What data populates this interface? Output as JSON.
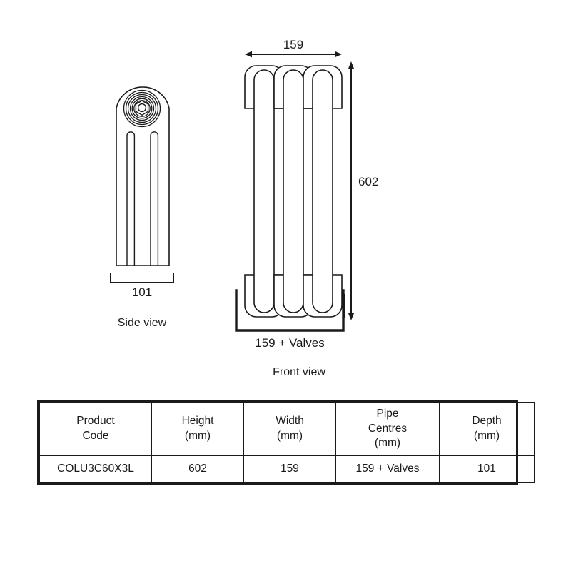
{
  "drawing": {
    "side_view": {
      "label": "Side view",
      "depth_dimension": "101",
      "slot_count": 2,
      "ring_count": 6,
      "detail_icon": "hex-nut-icon"
    },
    "front_view": {
      "label": "Front view",
      "width_dimension": "159",
      "height_dimension": "602",
      "pipe_centres_dimension": "159 + Valves",
      "section_count": 3,
      "columns_per_section": 3
    },
    "colors": {
      "line": "#1a1a1a",
      "fill": "#ffffff",
      "background": "#ffffff"
    }
  },
  "spec_table": {
    "headers": [
      {
        "line1": "Product",
        "line2": "Code",
        "line3": ""
      },
      {
        "line1": "Height",
        "line2": "(mm)",
        "line3": ""
      },
      {
        "line1": "Width",
        "line2": "(mm)",
        "line3": ""
      },
      {
        "line1": "Pipe",
        "line2": "Centres",
        "line3": "(mm)"
      },
      {
        "line1": "Depth",
        "line2": "(mm)",
        "line3": ""
      }
    ],
    "rows": [
      {
        "product_code": "COLU3C60X3L",
        "height_mm": "602",
        "width_mm": "159",
        "pipe_centres_mm": "159 + Valves",
        "depth_mm": "101"
      }
    ]
  },
  "chart_data": {
    "type": "table",
    "title": "Radiator dimensions",
    "columns": [
      "Product Code",
      "Height (mm)",
      "Width (mm)",
      "Pipe Centres (mm)",
      "Depth (mm)"
    ],
    "rows": [
      [
        "COLU3C60X3L",
        "602",
        "159",
        "159 + Valves",
        "101"
      ]
    ]
  }
}
